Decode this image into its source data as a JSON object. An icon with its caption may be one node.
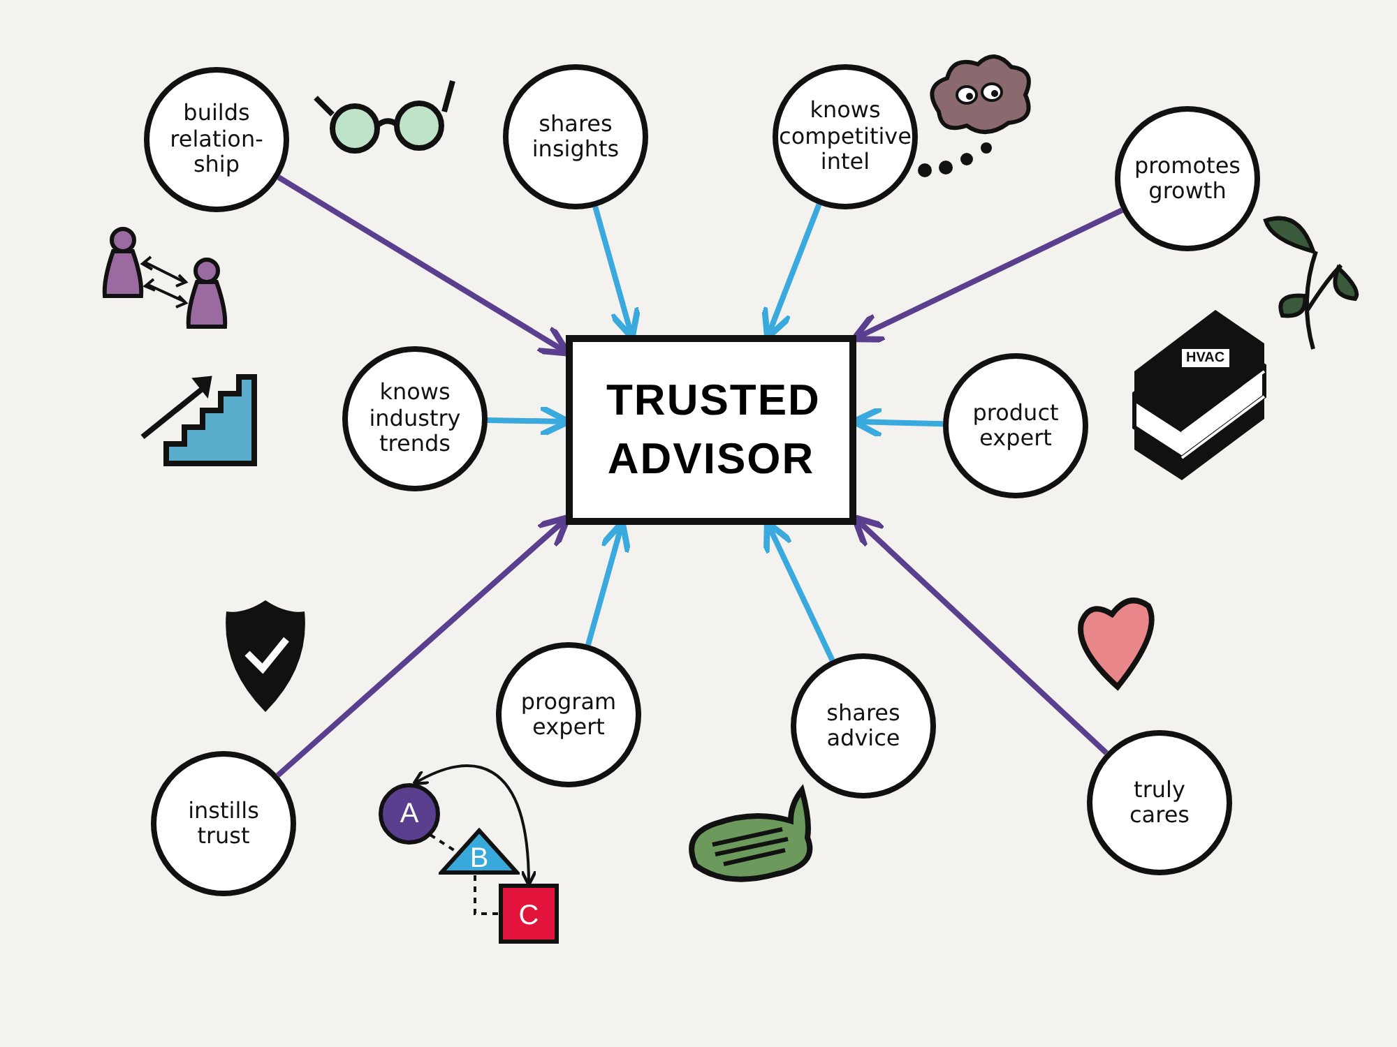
{
  "diagram": {
    "nodes": [
      {
        "text": [
          "TRUSTED ADVISOR"
        ]
      },
      {
        "text": [
          "builds relation-ship"
        ]
      },
      {
        "text": [
          "shares insights"
        ]
      },
      {
        "text": [
          "knows competitive intel"
        ]
      },
      {
        "text": [
          "promotes growth"
        ]
      },
      {
        "text": [
          "knows industry trends"
        ]
      },
      {
        "text": [
          "product expert"
        ]
      },
      {
        "text": [
          "program expert"
        ]
      },
      {
        "text": [
          "shares advice"
        ]
      },
      {
        "text": [
          "instills trust"
        ]
      },
      {
        "text": [
          "truly cares"
        ]
      },
      {
        "text": [
          "A"
        ]
      },
      {
        "text": [
          "B"
        ]
      },
      {
        "text": [
          "C"
        ]
      }
    ],
    "edges": [
      {
        "from": 1,
        "to": 0,
        "arrow": "to",
        "color": "#5b3f8f"
      },
      {
        "from": 2,
        "to": 0,
        "arrow": "to"
      },
      {
        "from": 3,
        "to": 0,
        "arrow": "to"
      },
      {
        "from": 4,
        "to": 0,
        "arrow": "to",
        "color": "#5b3f8f"
      },
      {
        "from": 5,
        "to": 0,
        "arrow": "to"
      },
      {
        "from": 6,
        "to": 0,
        "arrow": "to"
      },
      {
        "from": 7,
        "to": 0,
        "arrow": "to"
      },
      {
        "from": 8,
        "to": 0,
        "arrow": "to"
      },
      {
        "from": 9,
        "to": 0,
        "arrow": "to",
        "color": "#5b3f8f"
      },
      {
        "from": 10,
        "to": 0,
        "arrow": "to",
        "color": "#5b3f8f"
      },
      {
        "from": 13,
        "to": 11,
        "arrow": "both",
        "color": "#111111"
      },
      {
        "from": 11,
        "to": 12,
        "arrow": "none",
        "style": "dashed",
        "color": "#111111"
      },
      {
        "from": 12,
        "to": 13,
        "arrow": "none",
        "style": "dashed",
        "color": "#111111"
      }
    ],
    "labels": [
      "HVAC"
    ]
  }
}
